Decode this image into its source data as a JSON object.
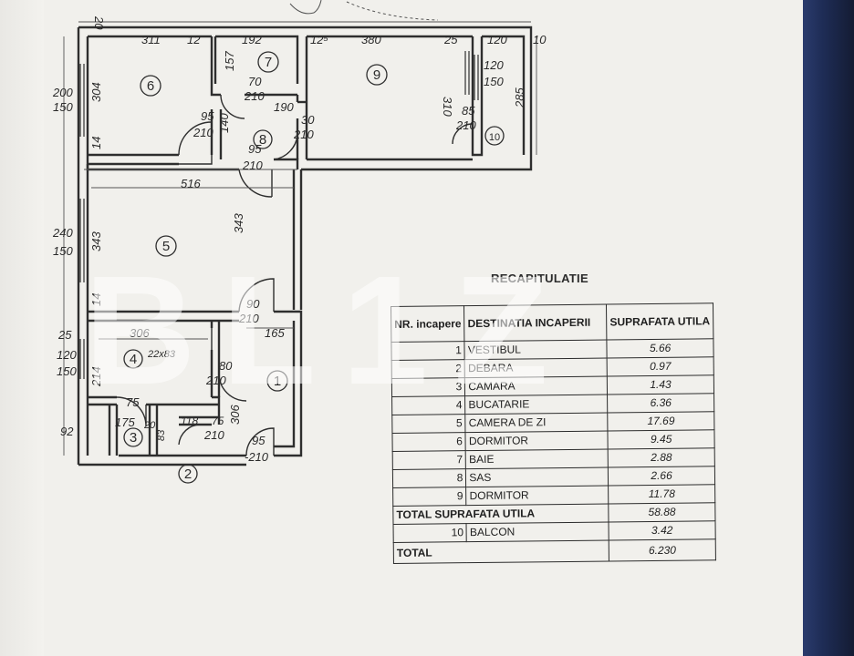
{
  "plan": {
    "rooms": [
      "1",
      "2",
      "3",
      "4",
      "5",
      "6",
      "7",
      "8",
      "9",
      "10"
    ],
    "dims": {
      "top_bath": "20",
      "d311": "311",
      "d12a": "12",
      "d192": "192",
      "d12b": "12⁵",
      "d380": "380",
      "d25a": "25",
      "d120a": "120",
      "d10": "10",
      "d304": "304",
      "d200": "200",
      "d150a": "150",
      "d14a": "14",
      "d157": "157",
      "d70": "70",
      "d210a": "210",
      "d190": "190",
      "d140": "140",
      "d95a": "95",
      "d210b": "210",
      "d30": "30",
      "d210c": "210",
      "d95b": "95",
      "d210d": "210",
      "d310": "310",
      "d120b": "120",
      "d150b": "150",
      "d85": "85",
      "d210e": "210",
      "d285": "285",
      "d516": "516",
      "d240": "240",
      "d150c": "150",
      "d343a": "343",
      "d343b": "343",
      "d14b": "14",
      "d90": "90",
      "d210f": "210",
      "d165": "165",
      "d25b": "25",
      "d120c": "120",
      "d150d": "150",
      "d214": "214",
      "d306a": "306",
      "d22x83": "22x83",
      "d80": "80",
      "d210g": "210",
      "d306b": "306",
      "d75": "75",
      "d175": "175",
      "d20b": "20",
      "d118": "118",
      "d75b": "75",
      "d210h": "210",
      "d92": "92",
      "d83": "83",
      "d95c": "95",
      "d210i": "-210"
    }
  },
  "recap": {
    "title": "RECAPITULATIE",
    "headers": {
      "nr": "NR. incapere",
      "dest": "DESTINATIA INCAPERII",
      "area": "SUPRAFATA UTILA"
    },
    "rows": [
      {
        "nr": "1",
        "name": "VESTIBUL",
        "area": "5.66"
      },
      {
        "nr": "2",
        "name": "DEBARA",
        "area": "0.97"
      },
      {
        "nr": "3",
        "name": "CAMARA",
        "area": "1.43"
      },
      {
        "nr": "4",
        "name": "BUCATARIE",
        "area": "6.36"
      },
      {
        "nr": "5",
        "name": "CAMERA DE ZI",
        "area": "17.69"
      },
      {
        "nr": "6",
        "name": "DORMITOR",
        "area": "9.45"
      },
      {
        "nr": "7",
        "name": "BAIE",
        "area": "2.88"
      },
      {
        "nr": "8",
        "name": "SAS",
        "area": "2.66"
      },
      {
        "nr": "9",
        "name": "DORMITOR",
        "area": "11.78"
      }
    ],
    "total_util": {
      "label": "TOTAL SUPRAFATA UTILA",
      "area": "58.88"
    },
    "balcon": {
      "nr": "10",
      "name": "BALCON",
      "area": "3.42"
    },
    "total": {
      "label": "TOTAL",
      "area": "6.230"
    }
  },
  "watermark": "BL1Z"
}
